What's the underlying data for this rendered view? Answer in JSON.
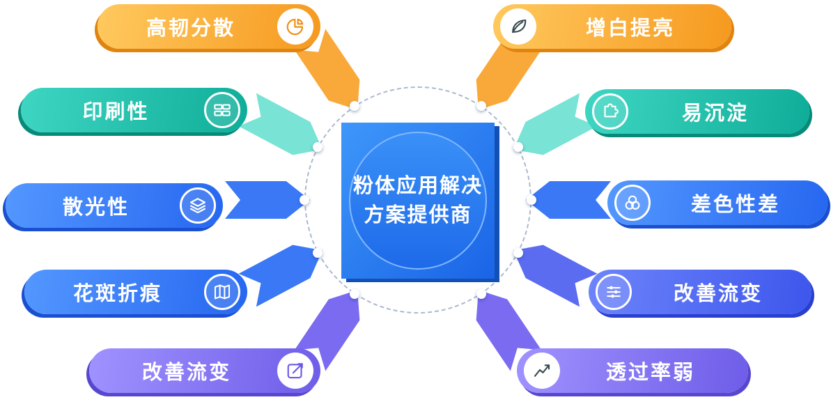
{
  "center": {
    "line1": "粉体应用解决",
    "line2": "方案提供商"
  },
  "left_items": [
    {
      "label": "高韧分散",
      "icon": "pie-chart-icon",
      "color": "orange"
    },
    {
      "label": "印刷性",
      "icon": "printing-blocks-icon",
      "color": "teal"
    },
    {
      "label": "散光性",
      "icon": "layers-icon",
      "color": "blue"
    },
    {
      "label": "花斑折痕",
      "icon": "folded-map-icon",
      "color": "blue"
    },
    {
      "label": "改善流变",
      "icon": "pen-arrow-icon",
      "color": "purple"
    }
  ],
  "right_items": [
    {
      "label": "增白提亮",
      "icon": "leaf-icon",
      "color": "orange"
    },
    {
      "label": "易沉淀",
      "icon": "puzzle-icon",
      "color": "teal"
    },
    {
      "label": "差色性差",
      "icon": "color-circles-icon",
      "color": "blue"
    },
    {
      "label": "改善流变",
      "icon": "slider-icon",
      "color": "indigo"
    },
    {
      "label": "透过率弱",
      "icon": "line-chart-icon",
      "color": "purple"
    }
  ],
  "palette": {
    "orange": "#F6991F",
    "teal": "#0FAD99",
    "blue": "#2667F0",
    "indigo": "#3D56EC",
    "purple": "#6E5DE8",
    "center_blue": "#1A64E6"
  }
}
